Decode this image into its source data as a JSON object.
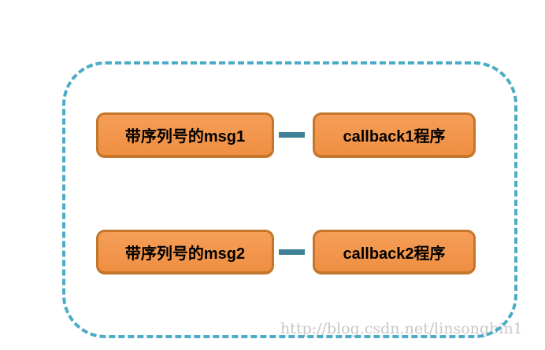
{
  "diagram": {
    "rows": [
      {
        "left_label": "带序列号的msg1",
        "right_label": "callback1程序"
      },
      {
        "left_label": "带序列号的msg2",
        "right_label": "callback2程序"
      }
    ],
    "watermark": "http://blog.csdn.net/linsongbin1",
    "colors": {
      "background": "#FFFFFF",
      "box_fill_top": "#F59E58",
      "box_fill_bottom": "#EF8F42",
      "box_border": "#C4762B",
      "boundary_dash": "#4BACC6",
      "connector": "#3E8095",
      "watermark": "#C7C7C7",
      "text": "#000000"
    }
  }
}
